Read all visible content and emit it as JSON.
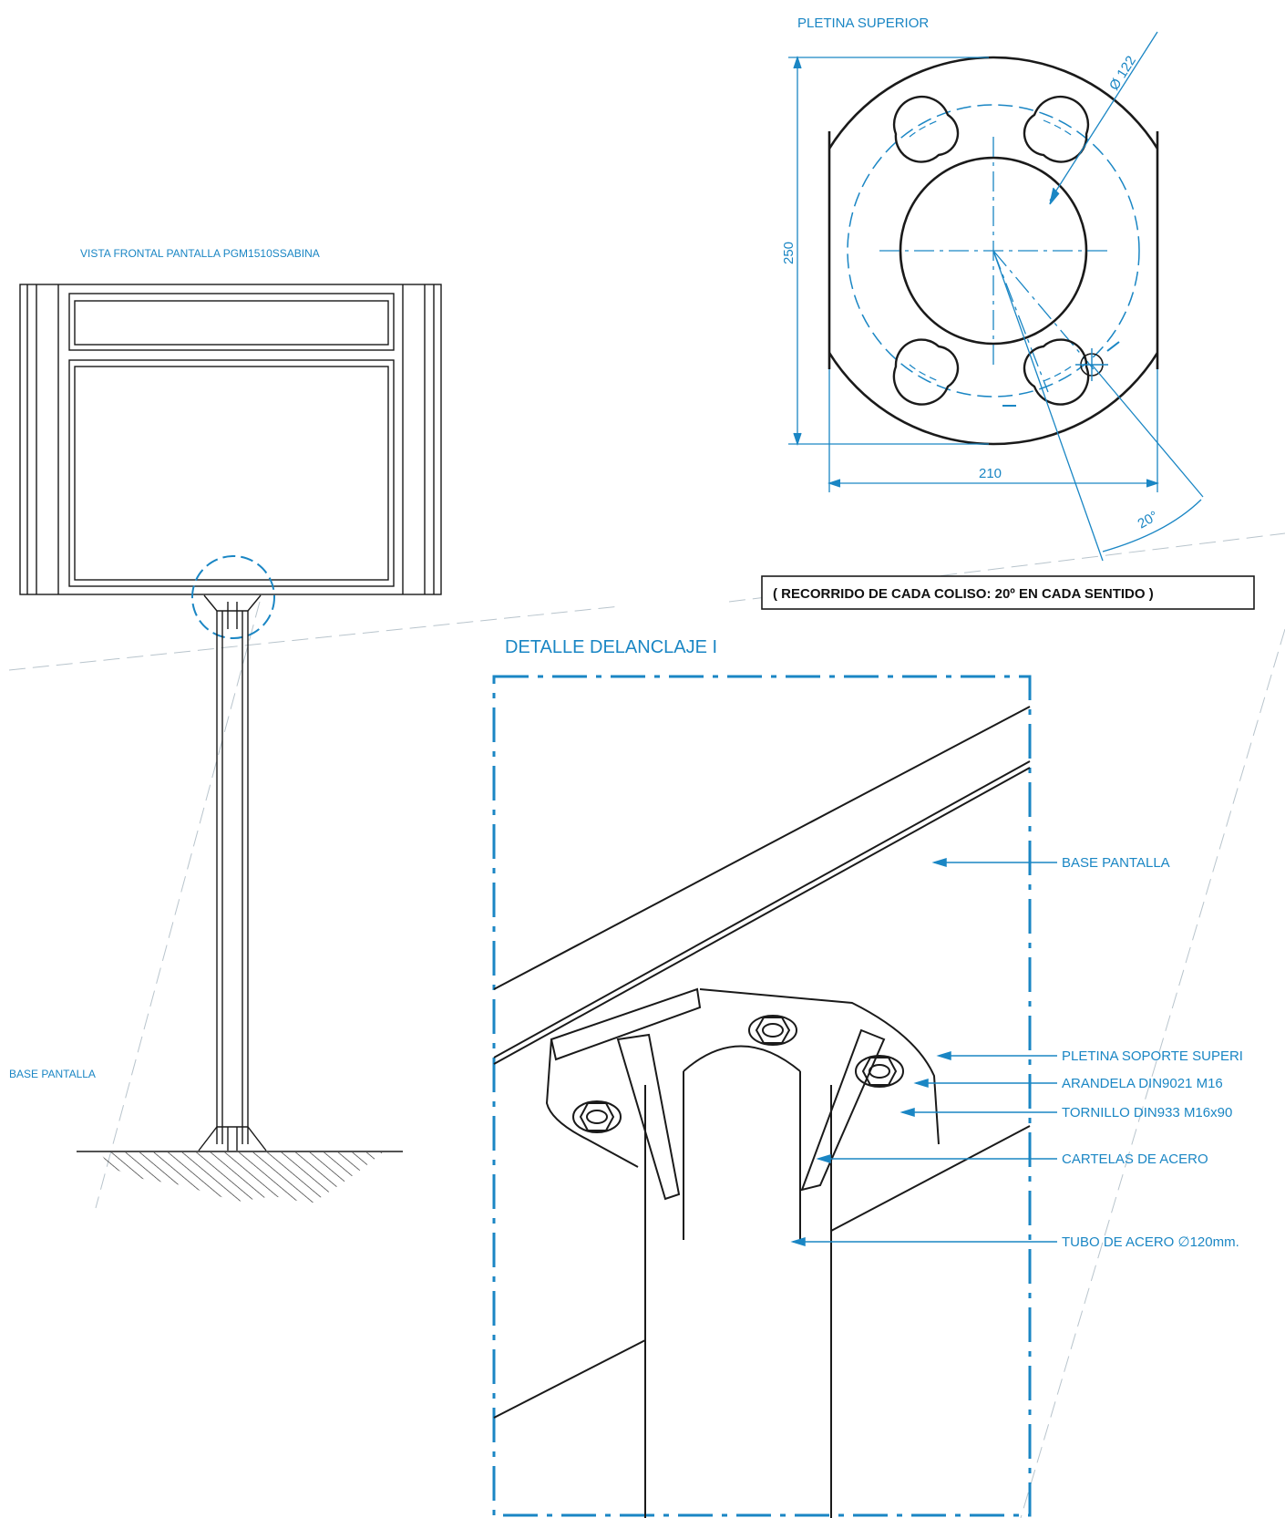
{
  "colors": {
    "line": "#1a1a1a",
    "annotation": "#1a86c4"
  },
  "front_view": {
    "title": "VISTA FRONTAL PANTALLA PGM1510SSABINA",
    "base_label": "BASE PANTALLA"
  },
  "top_plate": {
    "title": "PLETINA SUPERIOR",
    "dim_height": "250",
    "dim_width": "210",
    "dim_diameter": "Ø 122",
    "dim_angle": "20°",
    "note": "( RECORRIDO DE CADA COLISO: 20º EN CADA SENTIDO )"
  },
  "detail": {
    "title": "DETALLE DELANCLAJE I",
    "callouts": [
      "BASE PANTALLA",
      "PLETINA SOPORTE SUPERI",
      "ARANDELA DIN9021 M16",
      "TORNILLO DIN933 M16x90",
      "CARTELAS DE ACERO",
      "TUBO DE ACERO ∅120mm."
    ]
  }
}
